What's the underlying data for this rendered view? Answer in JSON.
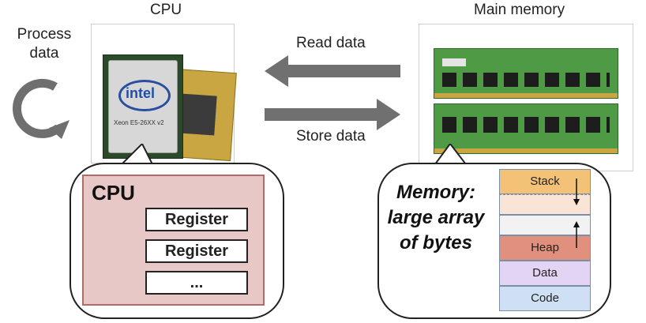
{
  "labels": {
    "cpu_title": "CPU",
    "memory_title": "Main memory",
    "process_data": "Process data",
    "read_data": "Read data",
    "store_data": "Store data"
  },
  "chip": {
    "brand": "intel",
    "model": "Xeon E5-26XX v2"
  },
  "cpu_box": {
    "title": "CPU",
    "registers": [
      "Register",
      "Register",
      "..."
    ]
  },
  "memory_box": {
    "description": [
      "Memory:",
      "large array",
      "of bytes"
    ],
    "segments": [
      "Stack",
      "Heap",
      "Data",
      "Code"
    ]
  },
  "colors": {
    "stack": "#f3c277",
    "stack_light": "#f9e4d6",
    "free": "#f2f2f2",
    "heap": "#e0907d",
    "data": "#e4d4f4",
    "code": "#cfe0f4",
    "arrow": "#707070",
    "cpu_fill": "#e8c7c7"
  }
}
